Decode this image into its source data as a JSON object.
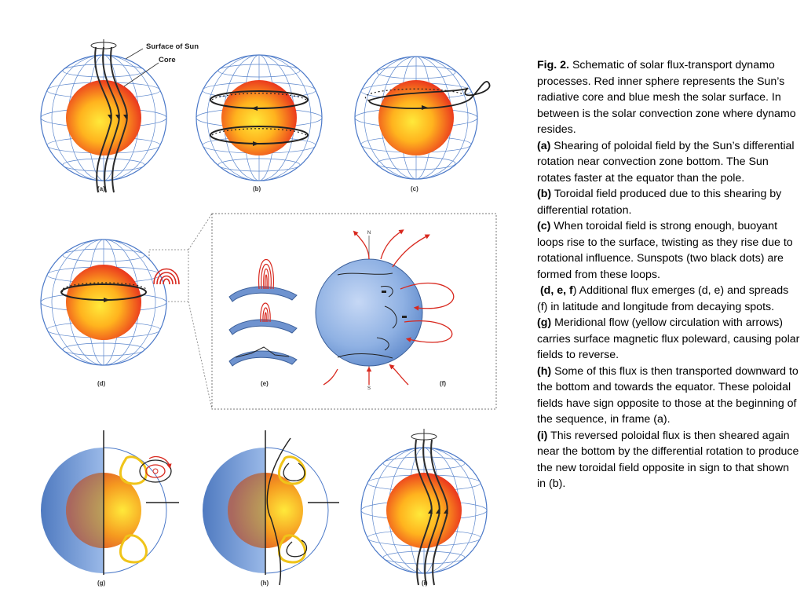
{
  "panel_labels": [
    "(a)",
    "(b)",
    "(c)",
    "(d)",
    "(e)",
    "(f)",
    "(g)",
    "(h)",
    "(i)"
  ],
  "callouts": {
    "surface": "Surface of Sun",
    "core": "Core"
  },
  "compass": {
    "north": "N",
    "south": "S"
  },
  "colors": {
    "mesh": "#4a78c8",
    "core_outer": "#e8281e",
    "core_inner": "#ffe93a",
    "field_line": "#2b2b2b",
    "loop": "#d8281e",
    "flow": "#f0c419",
    "globe": "#8fb1e3"
  },
  "caption": {
    "fig_label": "Fig. 2.",
    "intro": "Schematic of solar flux-transport dynamo processes. Red inner sphere represents the Sun’s radiative core and blue mesh the solar surface. In between is the solar convection zone where dynamo resides.",
    "items": [
      {
        "label": "(a)",
        "text": "Shearing of poloidal field by the Sun’s differential rotation near convection zone bottom. The Sun rotates faster at the equator than the pole."
      },
      {
        "label": "(b)",
        "text": "Toroidal field produced due to this shearing by differential rotation."
      },
      {
        "label": "(c)",
        "text": "When toroidal field is strong enough, buoyant loops rise to the surface, twisting as they rise due to rotational influence. Sunspots (two black dots) are formed from these loops."
      },
      {
        "label": "(d, e, f",
        "text": ") Additional flux emerges (d, e) and spreads (f) in latitude and longitude from decaying spots."
      },
      {
        "label": "(g)",
        "text": "Meridional flow (yellow circulation with arrows) carries surface magnetic flux poleward, causing polar fields to reverse."
      },
      {
        "label": "(h)",
        "text": "Some of this flux is then transported downward to the bottom and towards the equator. These poloidal fields have sign opposite to those at the beginning of the sequence, in frame (a)."
      },
      {
        "label": "(i)",
        "text": "This reversed poloidal flux is then sheared again near the bottom by the differential rotation to produce the new toroidal field opposite in sign to that shown in (b)."
      }
    ]
  }
}
